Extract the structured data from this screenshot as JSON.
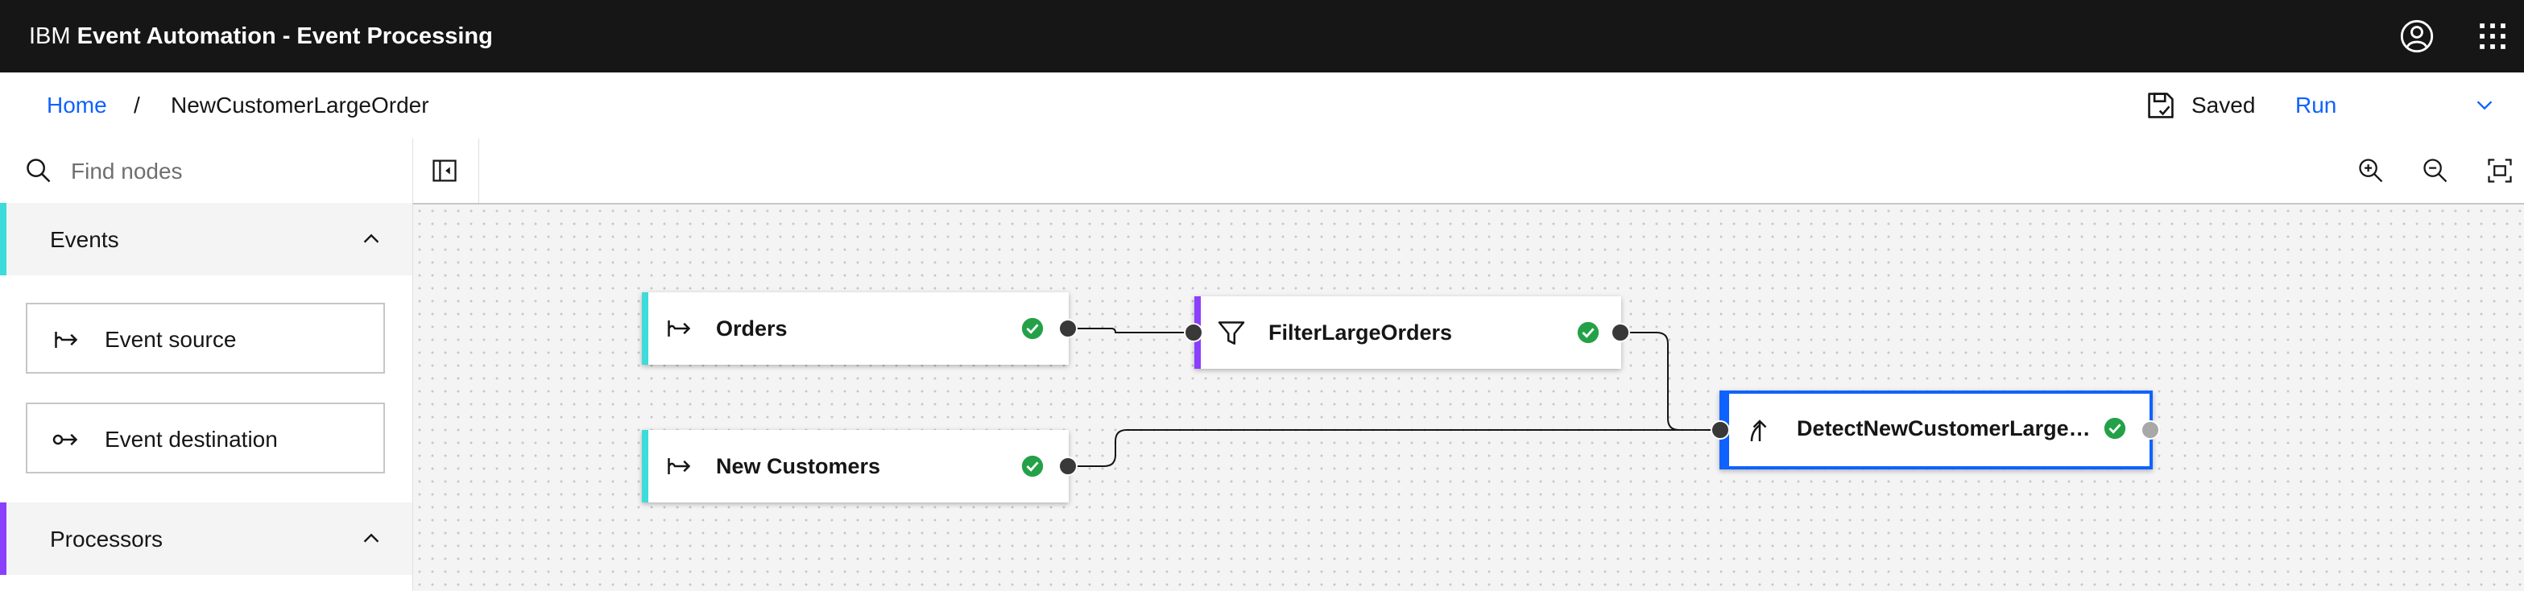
{
  "header": {
    "brand_prefix": "IBM",
    "brand_name": "Event Automation - Event Processing",
    "icons": [
      "user-avatar-icon",
      "app-switcher-icon"
    ]
  },
  "breadcrumb": {
    "home": "Home",
    "separator": "/",
    "current": "NewCustomerLargeOrder"
  },
  "actions": {
    "saved_label": "Saved",
    "run_label": "Run"
  },
  "toolbar": {
    "search_placeholder": "Find nodes",
    "icons": [
      "search-icon",
      "collapse-panel-icon",
      "zoom-in-icon",
      "zoom-out-icon",
      "fit-to-screen-icon"
    ]
  },
  "palette": {
    "categories": [
      {
        "label": "Events",
        "accent": "#3ddbd9",
        "items": [
          {
            "label": "Event source",
            "icon": "event-source-icon"
          },
          {
            "label": "Event destination",
            "icon": "event-destination-icon"
          }
        ]
      },
      {
        "label": "Processors",
        "accent": "#8a3ffc",
        "items": []
      }
    ]
  },
  "canvas": {
    "nodes": [
      {
        "label": "Orders",
        "type": "event-source",
        "accent": "#3ddbd9",
        "status": "valid"
      },
      {
        "label": "FilterLargeOrders",
        "type": "filter",
        "accent": "#8a3ffc",
        "status": "valid"
      },
      {
        "label": "New Customers",
        "type": "event-source",
        "accent": "#3ddbd9",
        "status": "valid"
      },
      {
        "label": "DetectNewCustomerLargeO...",
        "type": "join",
        "accent": "#0f62fe",
        "status": "valid",
        "selected": true
      }
    ],
    "edges": [
      {
        "from": "Orders",
        "to": "FilterLargeOrders"
      },
      {
        "from": "FilterLargeOrders",
        "to": "DetectNewCustomerLargeO..."
      },
      {
        "from": "New Customers",
        "to": "DetectNewCustomerLargeO..."
      }
    ]
  },
  "colors": {
    "header_bg": "#161616",
    "link": "#0f62fe",
    "success": "#24a148",
    "canvas_bg": "#f4f4f4"
  }
}
